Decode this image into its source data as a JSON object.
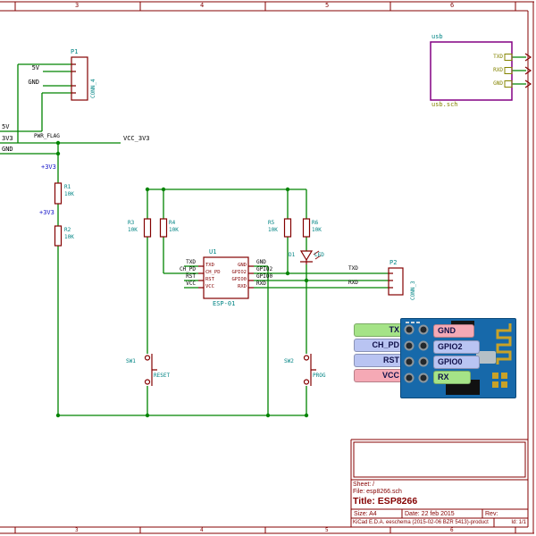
{
  "schematic": {
    "frame": {
      "color": "#840000",
      "top_numbers": [
        "3",
        "4",
        "5",
        "6"
      ],
      "bottom_numbers": [
        "3",
        "4",
        "5",
        "6"
      ]
    },
    "colors": {
      "wire": "#008400",
      "symbol": "#840000",
      "reference": "#008484",
      "sheet_outline": "#840084",
      "sheet_file": "#848400",
      "net_label": "#000000",
      "note": "#1414c8"
    },
    "power_connector": {
      "ref": "P1",
      "value": "CONN_4",
      "pin_label_a": "5V",
      "pin_label_b": "GND"
    },
    "rail_labels": {
      "left_1": "5V",
      "left_2": "3V3",
      "left_3": "GND",
      "pwr_flag": "PWR_FLAG",
      "vcc": "VCC_3V3"
    },
    "power_notes": {
      "note_1": "+3V3",
      "note_2": "+3V3"
    },
    "resistors": [
      {
        "ref": "R1",
        "value": "10K"
      },
      {
        "ref": "R2",
        "value": "10K"
      },
      {
        "ref": "R3",
        "value": "10K"
      },
      {
        "ref": "R4",
        "value": "10K"
      },
      {
        "ref": "R5",
        "value": "10K"
      },
      {
        "ref": "R6",
        "value": "10K"
      }
    ],
    "led": {
      "ref": "D1",
      "value": "LED"
    },
    "switches": [
      {
        "ref": "SW1",
        "value": "RESET"
      },
      {
        "ref": "SW2",
        "value": "PROG"
      }
    ],
    "esp_socket": {
      "ref": "U1",
      "value": "ESP-01",
      "left_pins": [
        "TXD",
        "CH_PD",
        "RST",
        "VCC"
      ],
      "right_pins": [
        "GND",
        "GPIO2",
        "GPIO0",
        "RXD"
      ]
    },
    "serial_connector": {
      "ref": "P2",
      "value": "CONN_3",
      "wire_label_tx": "TXD",
      "wire_label_rx": "RXD"
    },
    "usb_sheet": {
      "name": "usb",
      "file": "usb.sch",
      "pins": [
        "TXD",
        "RXD",
        "GND"
      ]
    }
  },
  "pinout_image": {
    "pcb_color": "#1769aa",
    "antenna_color": "#c9a227",
    "left_legend": [
      {
        "label": "TX",
        "color": "#a5e387"
      },
      {
        "label": "CH_PD",
        "color": "#b9c4f2"
      },
      {
        "label": "RST",
        "color": "#b9c4f2"
      },
      {
        "label": "VCC",
        "color": "#f5a9b5"
      }
    ],
    "module_labels": [
      {
        "label": "GND",
        "color": "#f5a9b5"
      },
      {
        "label": "GPIO2",
        "color": "#b9c4f2"
      },
      {
        "label": "GPIO0",
        "color": "#b9c4f2"
      },
      {
        "label": "RX",
        "color": "#a5e387"
      }
    ]
  },
  "title_block": {
    "sheet": "Sheet: /",
    "file": "File: esp8266.sch",
    "title": "Title: ESP8266",
    "size": "Size: A4",
    "date": "Date: 22 feb 2015",
    "rev": "Rev: ",
    "tool": "KiCad E.D.A.  eeschema (2015-02-06 BZR 5413)-product",
    "page_id": "Id: 1/1"
  }
}
